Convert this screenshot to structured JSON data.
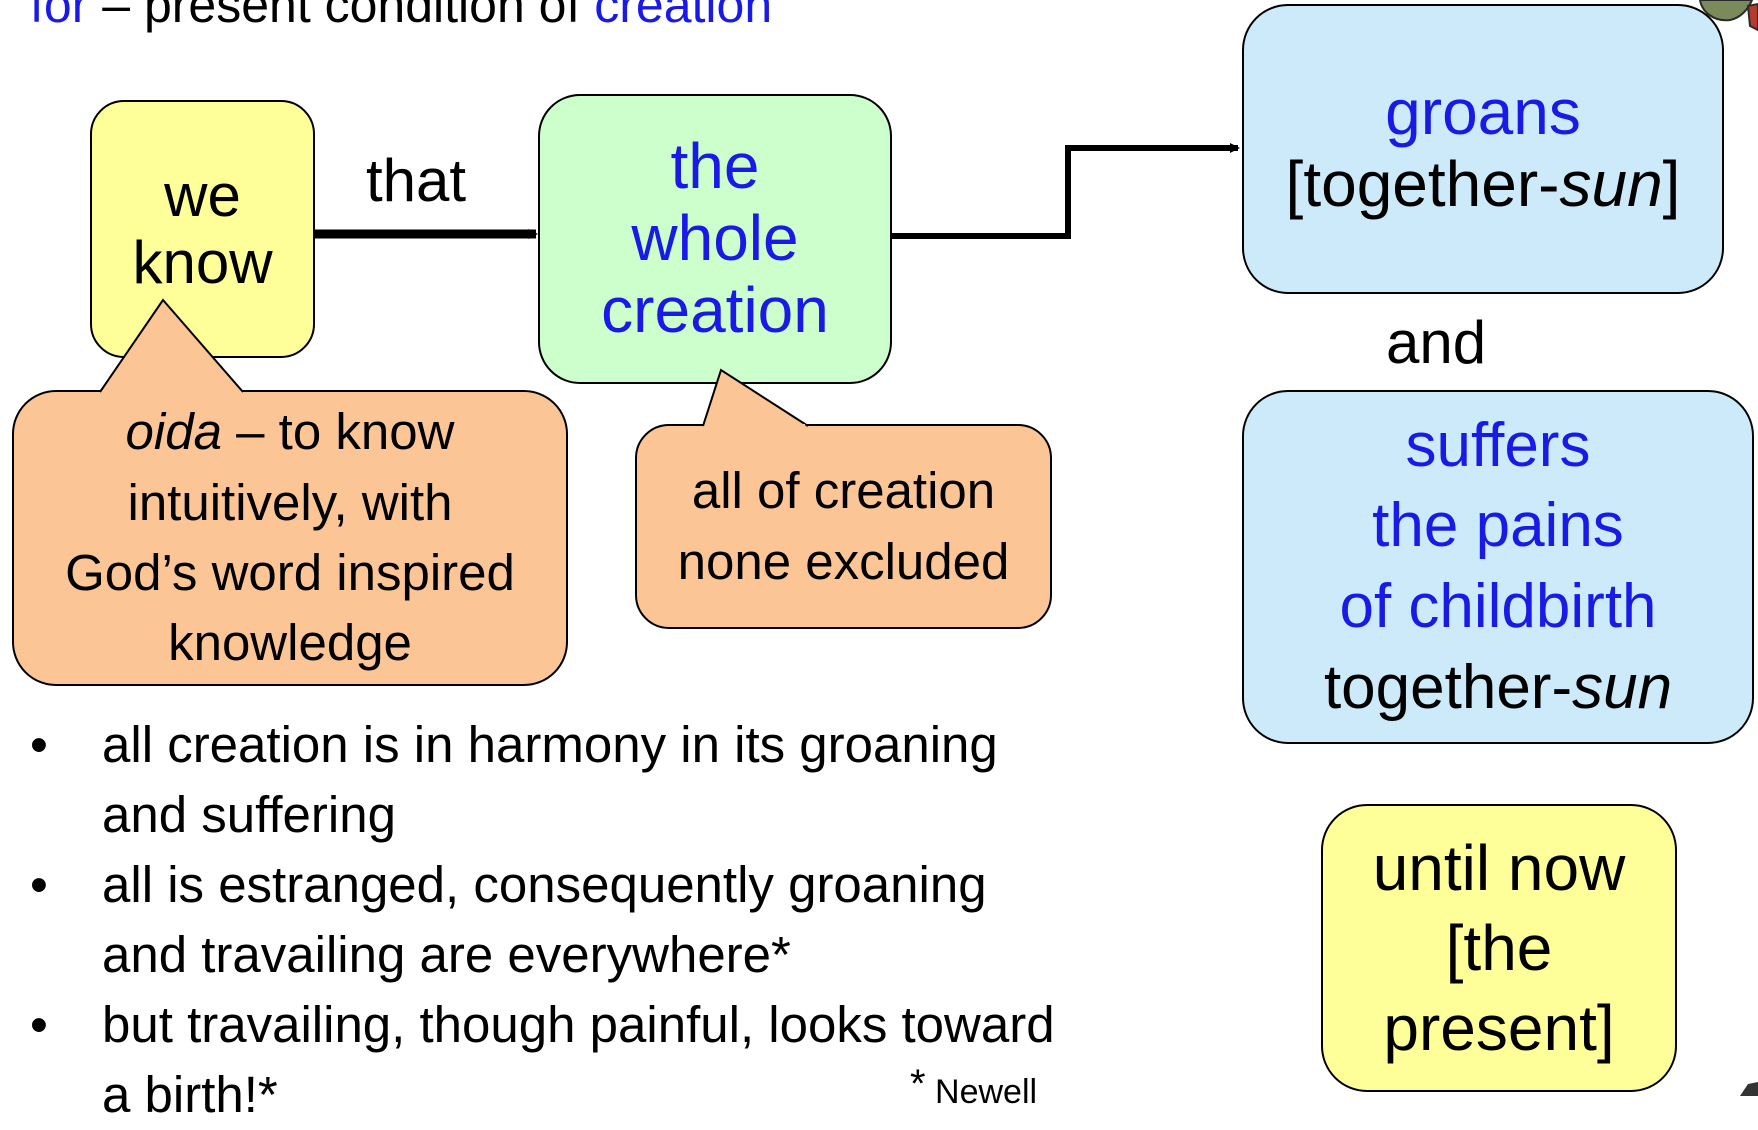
{
  "header": {
    "for": "for",
    "dash": " – present condition of ",
    "creation": "creation"
  },
  "we_know": {
    "line1": "we",
    "line2": "know"
  },
  "that_label": "that",
  "whole_creation": {
    "line1": "the",
    "line2": "whole",
    "line3": "creation"
  },
  "groans": {
    "line1": "groans",
    "line2_pre": "[together-",
    "line2_italic": "sun",
    "line2_post": "]"
  },
  "and_label": "and",
  "suffers": {
    "line1": "suffers",
    "line2": "the pains",
    "line3": "of childbirth",
    "line4_pre": "together-",
    "line4_italic": "sun"
  },
  "until_now": {
    "line1": "until now",
    "line2": "[the",
    "line3": "present]"
  },
  "callout_oida": {
    "italic": "oida",
    "line1_rest": " – to know",
    "line2": "intuitively, with",
    "line3": "God’s word inspired",
    "line4": "knowledge"
  },
  "callout_creation": {
    "line1": "all of creation",
    "line2": "none excluded"
  },
  "bullets": [
    {
      "line1": "all creation is in harmony in its groaning",
      "line2": "and suffering"
    },
    {
      "line1": "all is estranged, consequently groaning",
      "line2": "and travailing are everywhere*"
    },
    {
      "line1": "but travailing, though painful, looks toward",
      "line2": "a birth!*"
    }
  ],
  "footnote": {
    "star": "*",
    "name": " Newell"
  },
  "colors": {
    "blue_text": "#1a1ae6",
    "yellow_box": "#ffff99",
    "green_box": "#ccffcc",
    "lightblue_box": "#cdeafb",
    "orange_callout": "#fbc596"
  }
}
